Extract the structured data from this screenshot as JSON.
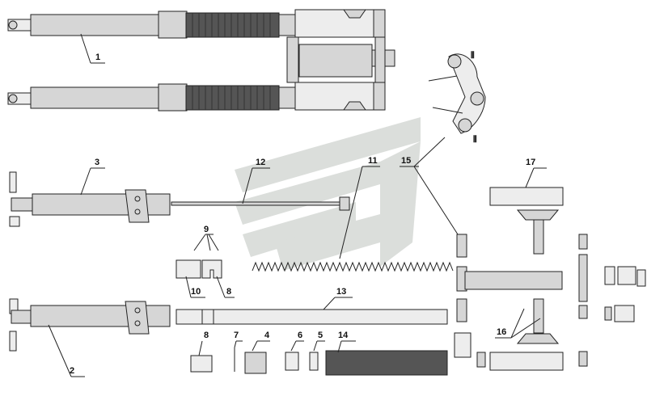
{
  "callouts": [
    {
      "id": "c1",
      "text": "1"
    },
    {
      "id": "c2",
      "text": "2"
    },
    {
      "id": "c3",
      "text": "3"
    },
    {
      "id": "c4",
      "text": "4"
    },
    {
      "id": "c5",
      "text": "5"
    },
    {
      "id": "c6",
      "text": "6"
    },
    {
      "id": "c7",
      "text": "7"
    },
    {
      "id": "c8a",
      "text": "8"
    },
    {
      "id": "c8b",
      "text": "8"
    },
    {
      "id": "c9",
      "text": "9"
    },
    {
      "id": "c10",
      "text": "10"
    },
    {
      "id": "c11",
      "text": "11"
    },
    {
      "id": "c12",
      "text": "12"
    },
    {
      "id": "c13",
      "text": "13"
    },
    {
      "id": "c14",
      "text": "14"
    },
    {
      "id": "c15",
      "text": "15"
    },
    {
      "id": "c16",
      "text": "16"
    },
    {
      "id": "c17",
      "text": "17"
    }
  ],
  "colors": {
    "line": "#222222",
    "part": "#d6d6d6",
    "watermark": "#cfd3cf"
  }
}
